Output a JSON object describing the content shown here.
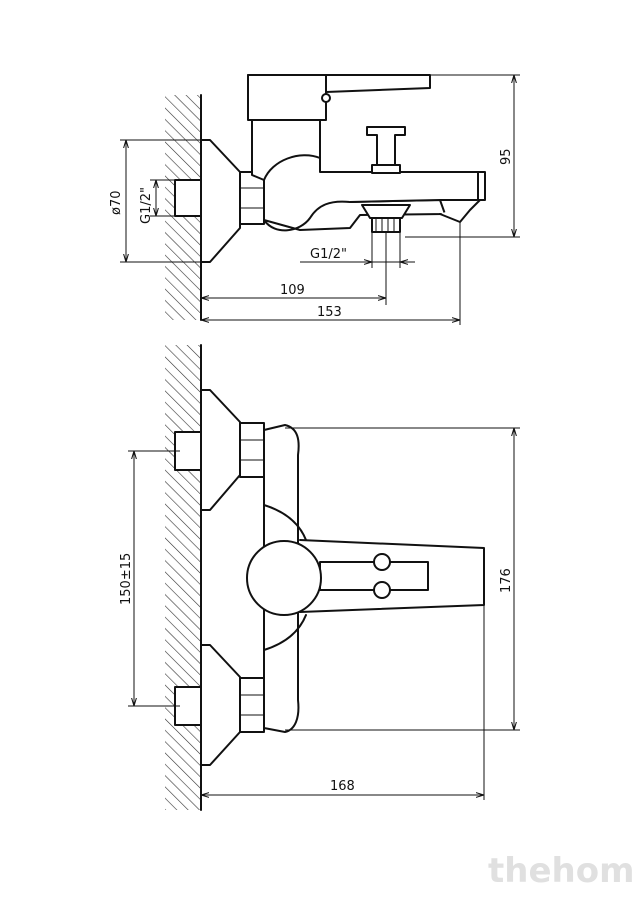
{
  "dimensions": {
    "diameter": "ø70",
    "thread_side": "G1/2\"",
    "thread_bottom": "G1/2\"",
    "height": "95",
    "depth_short": "109",
    "depth_long": "153",
    "center_distance": "150±15",
    "front_height": "176",
    "front_width": "168"
  },
  "watermark": "thehome",
  "colors": {
    "line": "#111111",
    "watermark": "#e0e0e0"
  }
}
